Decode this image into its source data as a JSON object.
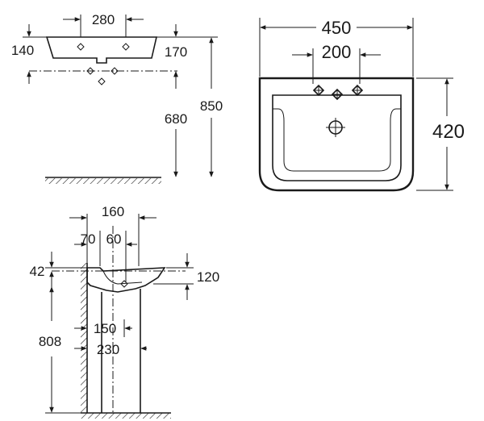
{
  "front_view": {
    "dims": {
      "width_top": "280",
      "left_height": "140",
      "right_height": "170",
      "floor_to_rim": "680",
      "overall_height": "850"
    }
  },
  "top_view": {
    "dims": {
      "width": "450",
      "tap_spacing": "200",
      "depth": "420"
    }
  },
  "side_view": {
    "dims": {
      "pedestal_top": "160",
      "offset_a": "70",
      "offset_b": "60",
      "rim_thickness": "42",
      "bowl_height": "120",
      "floor_to_underside": "808",
      "waste_offset": "150",
      "pedestal_depth": "230"
    }
  }
}
